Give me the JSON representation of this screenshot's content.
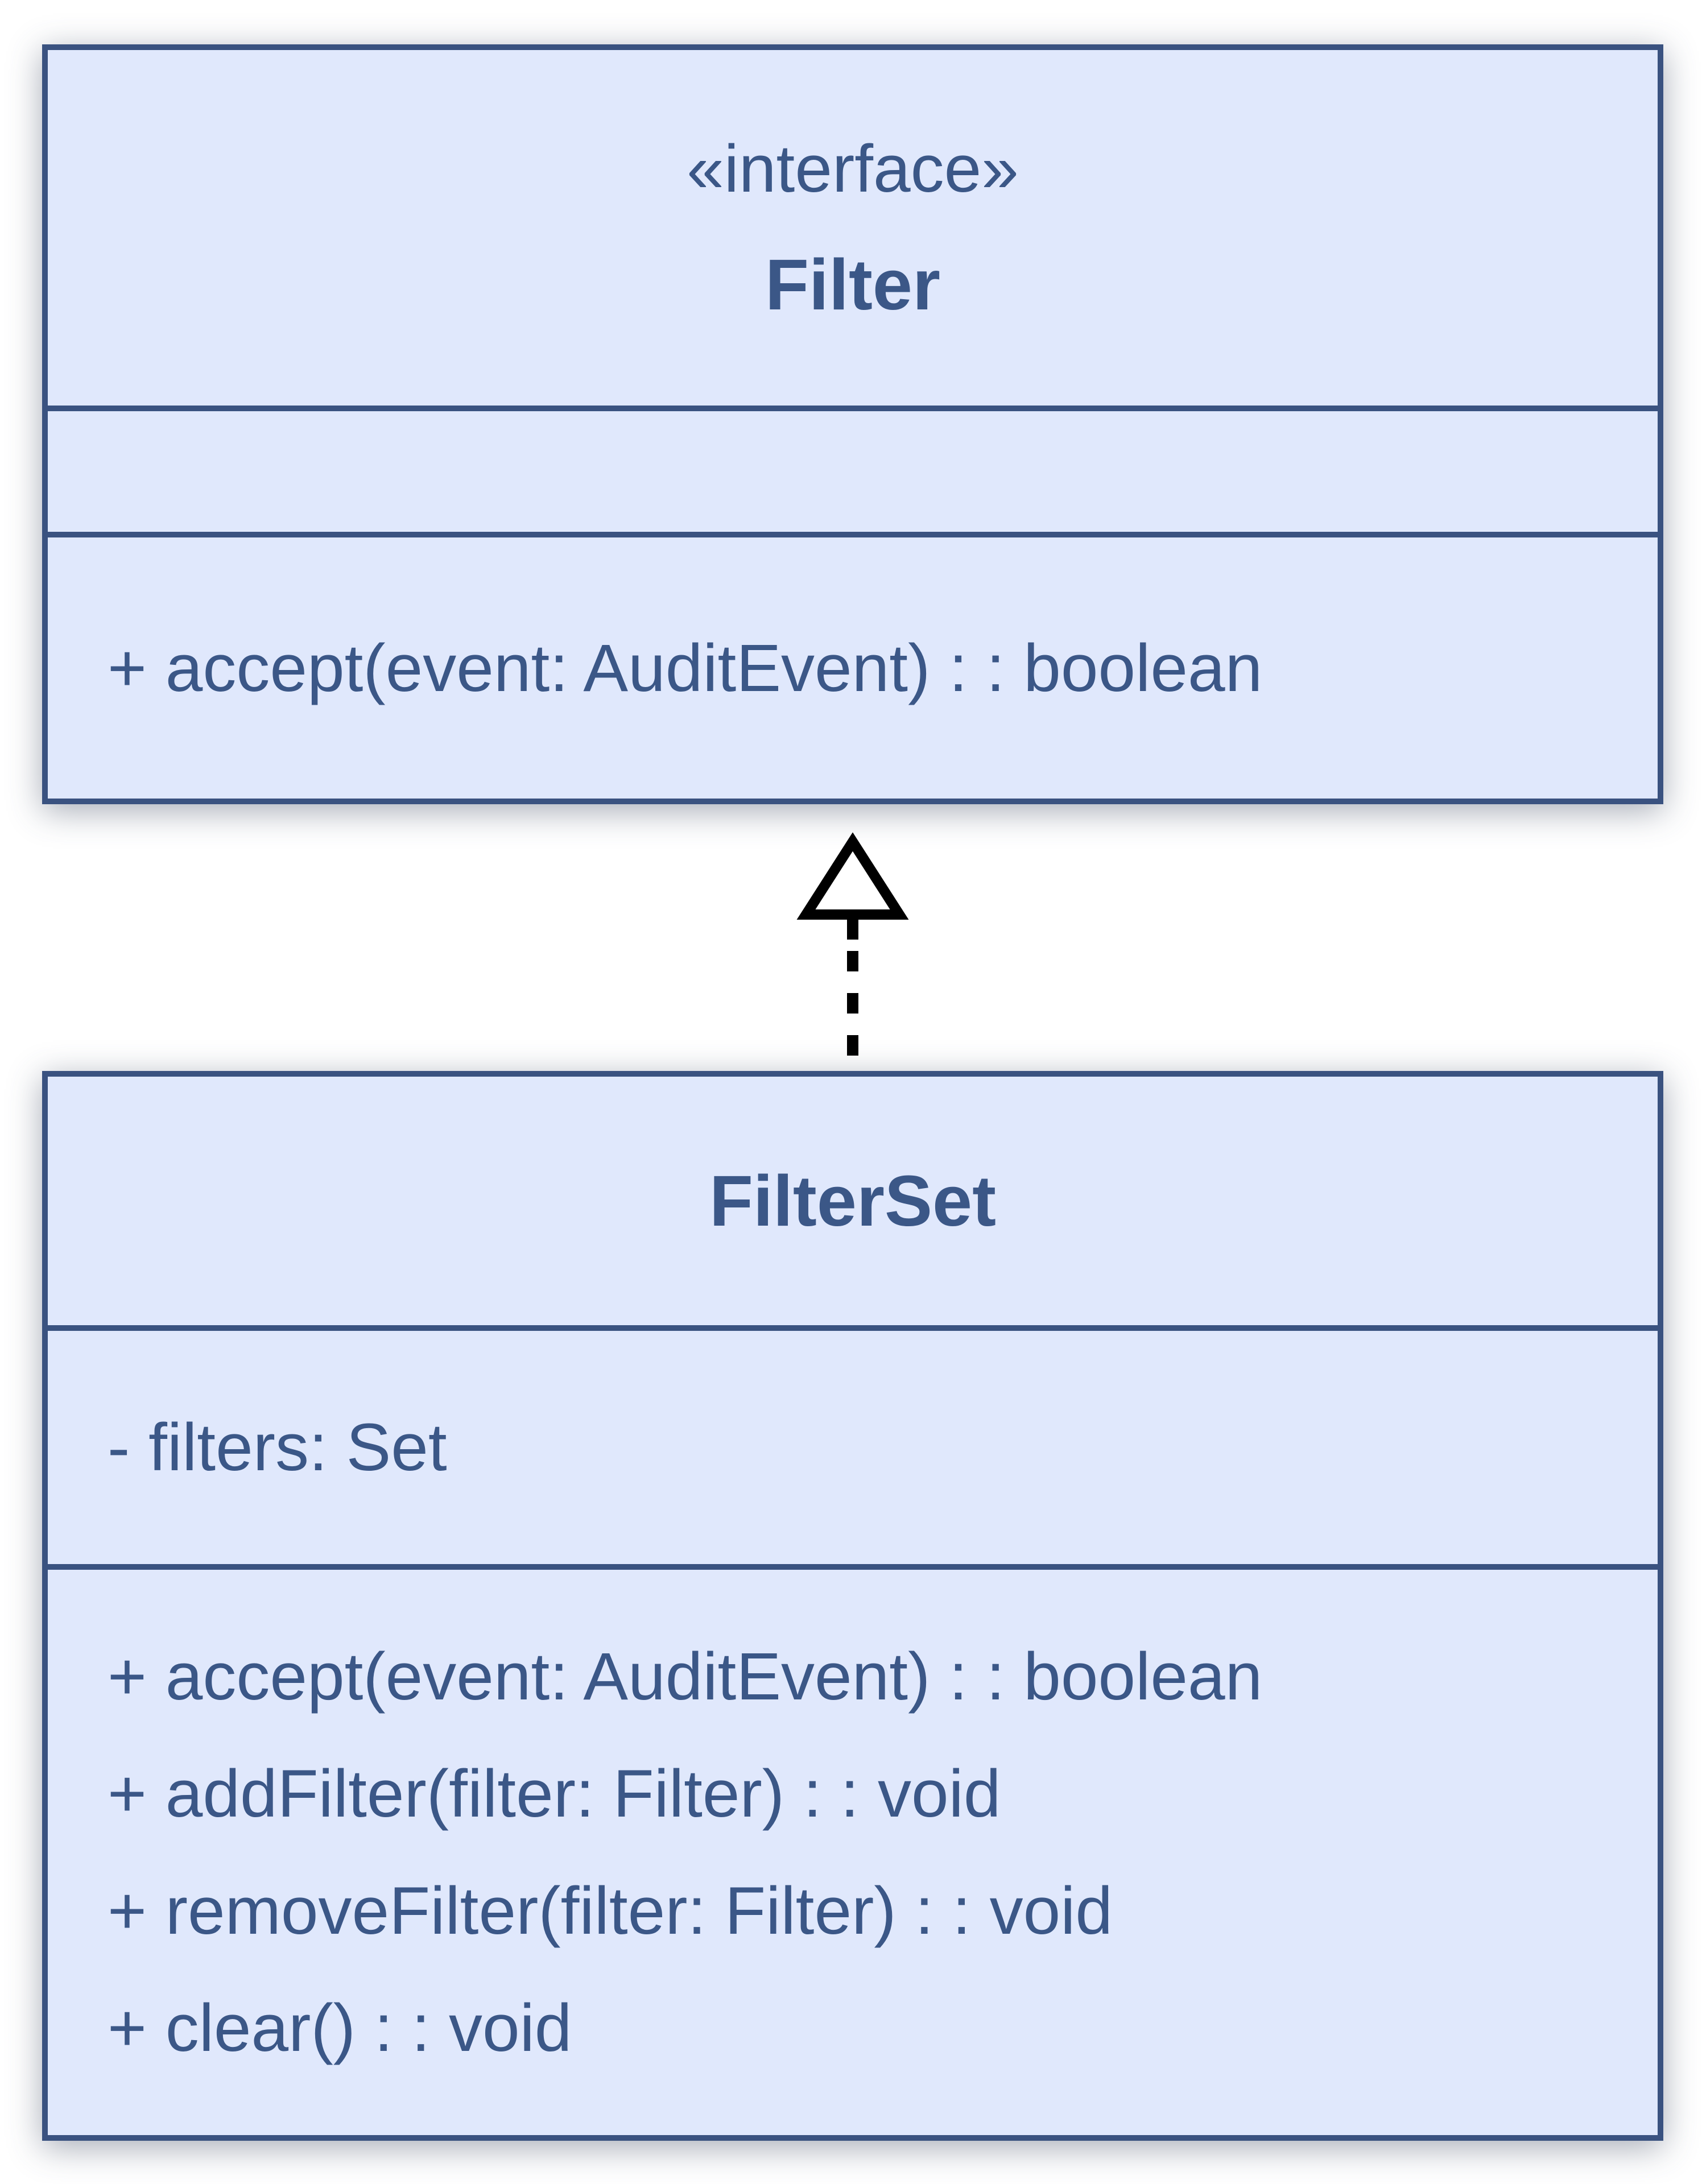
{
  "diagram": {
    "kind": "uml-class-diagram",
    "relationship": "realization",
    "colors": {
      "box_fill": "#e0e8fc",
      "box_border": "#3a5280",
      "text": "#3b5787",
      "arrow": "#000000",
      "background": "#ffffff"
    },
    "interface_class": {
      "stereotype": "«interface»",
      "name": "Filter",
      "operations": [
        "+ accept(event: AuditEvent) : : boolean"
      ]
    },
    "implementation_class": {
      "name": "FilterSet",
      "attributes": [
        "- filters: Set"
      ],
      "operations": [
        "+ accept(event: AuditEvent) : : boolean",
        "+ addFilter(filter: Filter) : : void",
        "+ removeFilter(filter: Filter) : : void",
        "+ clear() : : void"
      ]
    }
  }
}
